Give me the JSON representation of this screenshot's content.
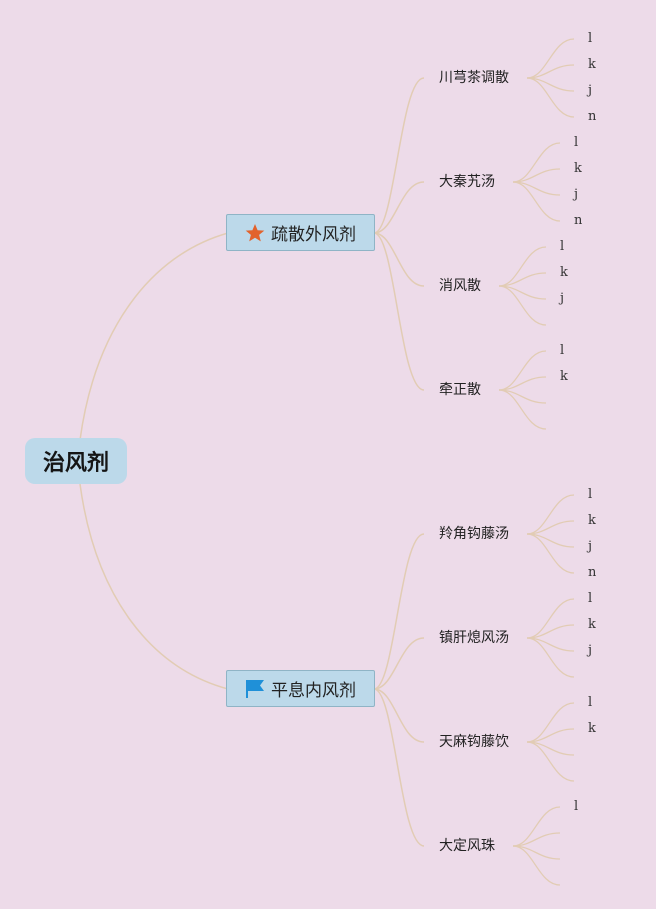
{
  "root": {
    "label": "治风剂"
  },
  "colors": {
    "background": "#eddbe9",
    "node_fill": "#bcd9ea",
    "line": "#e2ccb4",
    "star": "#e2622c",
    "flag": "#1f90d8"
  },
  "branches": [
    {
      "label": "疏散外风剂",
      "icon": "star-icon",
      "children": [
        {
          "label": "川芎茶调散",
          "leaves": [
            "l",
            "k",
            "j",
            "n"
          ]
        },
        {
          "label": "大秦艽汤",
          "leaves": [
            "l",
            "k",
            "j",
            "n"
          ]
        },
        {
          "label": "消风散",
          "leaves": [
            "l",
            "k",
            "j",
            ""
          ]
        },
        {
          "label": "牵正散",
          "leaves": [
            "l",
            "k",
            "",
            ""
          ]
        }
      ]
    },
    {
      "label": "平息内风剂",
      "icon": "flag-icon",
      "children": [
        {
          "label": "羚角钩藤汤",
          "leaves": [
            "l",
            "k",
            "j",
            "n"
          ]
        },
        {
          "label": "镇肝熄风汤",
          "leaves": [
            "l",
            "k",
            "j",
            ""
          ]
        },
        {
          "label": "天麻钩藤饮",
          "leaves": [
            "l",
            "k",
            "",
            ""
          ]
        },
        {
          "label": "大定风珠",
          "leaves": [
            "l",
            "",
            "",
            ""
          ]
        }
      ]
    }
  ]
}
